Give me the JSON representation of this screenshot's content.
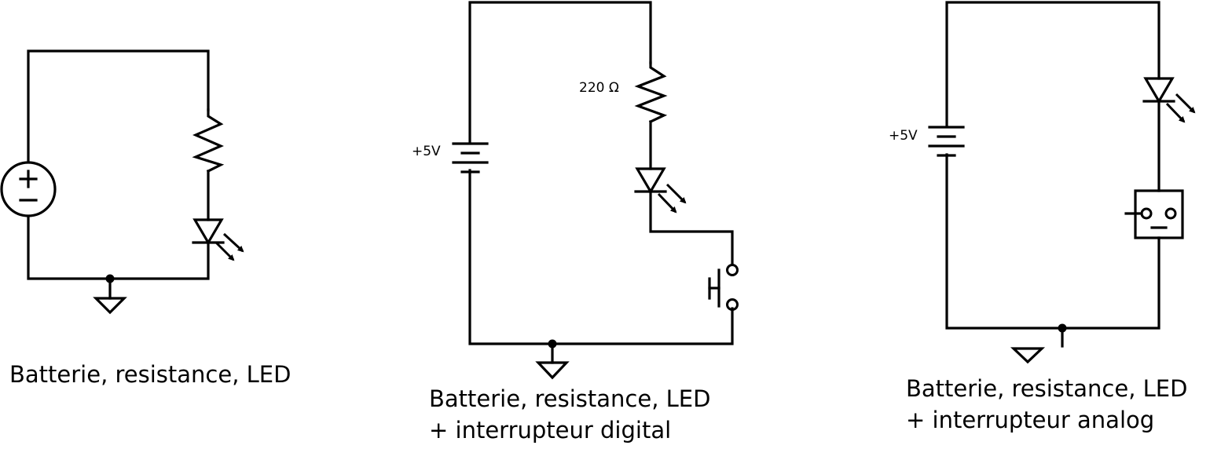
{
  "diagrams": [
    {
      "caption_lines": [
        "Batterie, resistance, LED"
      ]
    },
    {
      "resistor_label": "220 Ω",
      "voltage_label": "+5V",
      "caption_lines": [
        "Batterie, resistance, LED",
        "+ interrupteur digital"
      ]
    },
    {
      "voltage_label": "+5V",
      "caption_lines": [
        "Batterie, resistance, LED",
        "+ interrupteur analog"
      ]
    }
  ]
}
